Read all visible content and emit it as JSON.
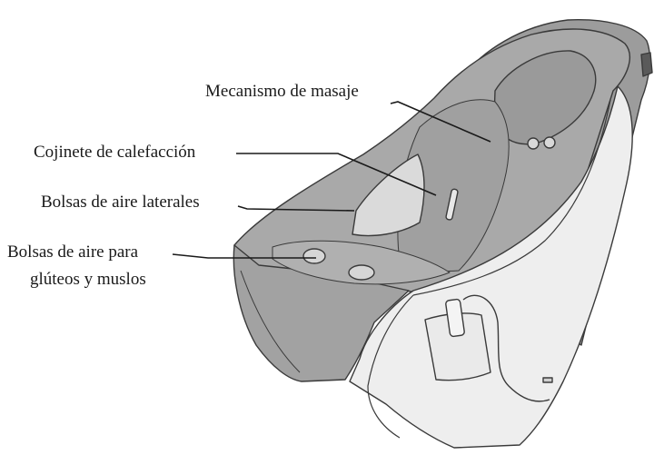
{
  "labels": {
    "massage_mechanism": "Mecanismo de masaje",
    "heating_cushion": "Cojinete de calefacción",
    "side_airbags": "Bolsas de aire laterales",
    "seat_airbags_line1": "Bolsas de aire para",
    "seat_airbags_line2": "glúteos y muslos"
  },
  "colors": {
    "outline": "#3a3a3a",
    "shell_light": "#eeeeee",
    "upholstery": "#a9a9a9",
    "upholstery_dark": "#8e8e8e",
    "airbag_light": "#dadada",
    "leader_line": "#1a1a1a"
  },
  "icons": [
    "massage-chair",
    "remote-control",
    "power-cable",
    "heating-element"
  ]
}
